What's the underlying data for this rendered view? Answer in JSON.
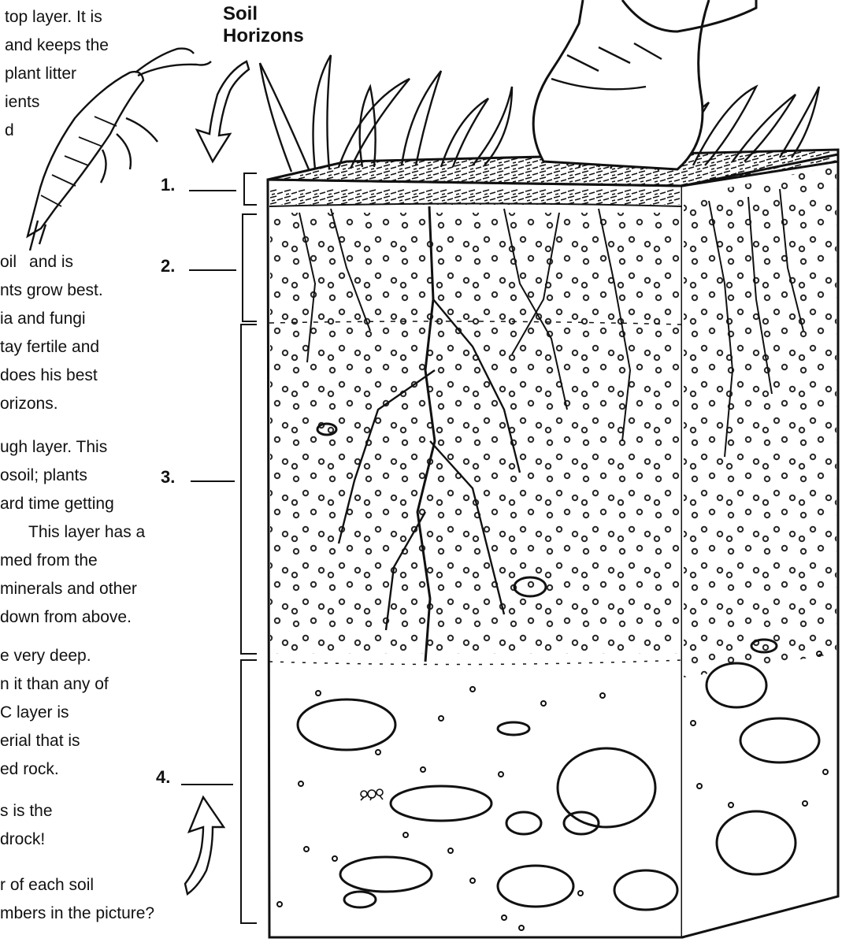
{
  "title": {
    "line1": "Soil",
    "line2": "Horizons"
  },
  "paragraphs": {
    "p1": [
      "top layer. It is",
      "and keeps the",
      "plant litter",
      "ients",
      "d"
    ],
    "p2": [
      "oil",
      "and is",
      "nts grow best.",
      "ia and fungi",
      "tay fertile and",
      "does his best",
      "orizons."
    ],
    "p3": [
      "ugh layer. This",
      "osoil; plants",
      "ard time getting",
      "This layer has a",
      "med from the",
      "minerals and other",
      "down from above."
    ],
    "p4": [
      "e very deep.",
      "n it than any of",
      "C layer is",
      "erial that is",
      "ed rock."
    ],
    "p5": [
      "s is the",
      "drock!"
    ],
    "p6": [
      "r of each soil",
      "mbers in the picture?"
    ]
  },
  "labels": [
    "1.",
    "2.",
    "3.",
    "4."
  ],
  "icons": [
    "springtail-icon",
    "down-arrow-icon",
    "up-arrow-icon",
    "soil-block-icon",
    "grass-icon",
    "boot-icon",
    "ant-icon"
  ]
}
